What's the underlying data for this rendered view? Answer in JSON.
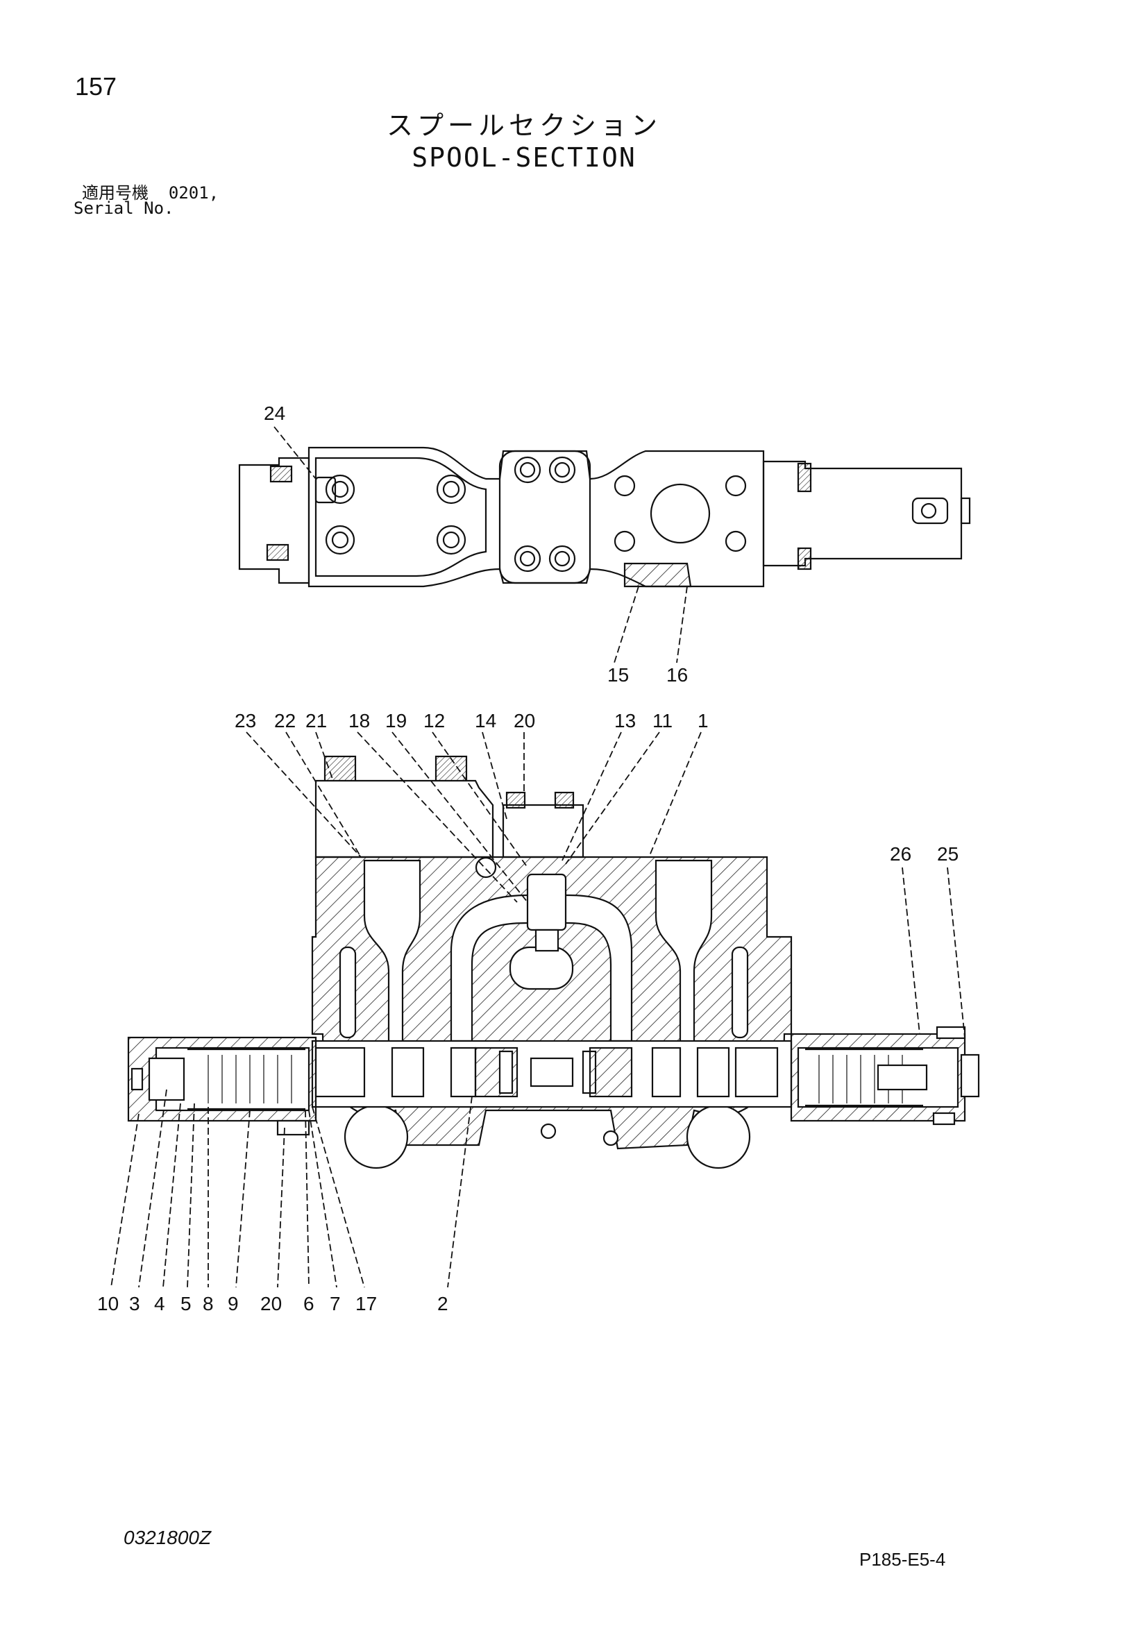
{
  "page_number": "157",
  "title_jp": "スプールセクション",
  "title_en": "SPOOL-SECTION",
  "serial": {
    "label_jp": "適用号機",
    "number": "0201,",
    "label_en": "Serial No."
  },
  "footer": {
    "doc_code": "0321800Z",
    "plate_code": "P185-E5-4"
  },
  "callouts_top_view": [
    "24",
    "15",
    "16"
  ],
  "callouts_section_top": [
    "23",
    "22",
    "21",
    "18",
    "19",
    "12",
    "14",
    "20",
    "13",
    "11",
    "1"
  ],
  "callouts_section_right": [
    "26",
    "25"
  ],
  "callouts_section_bottom": [
    "10",
    "3",
    "4",
    "5",
    "8",
    "9",
    "20",
    "6",
    "7",
    "17",
    "2"
  ]
}
